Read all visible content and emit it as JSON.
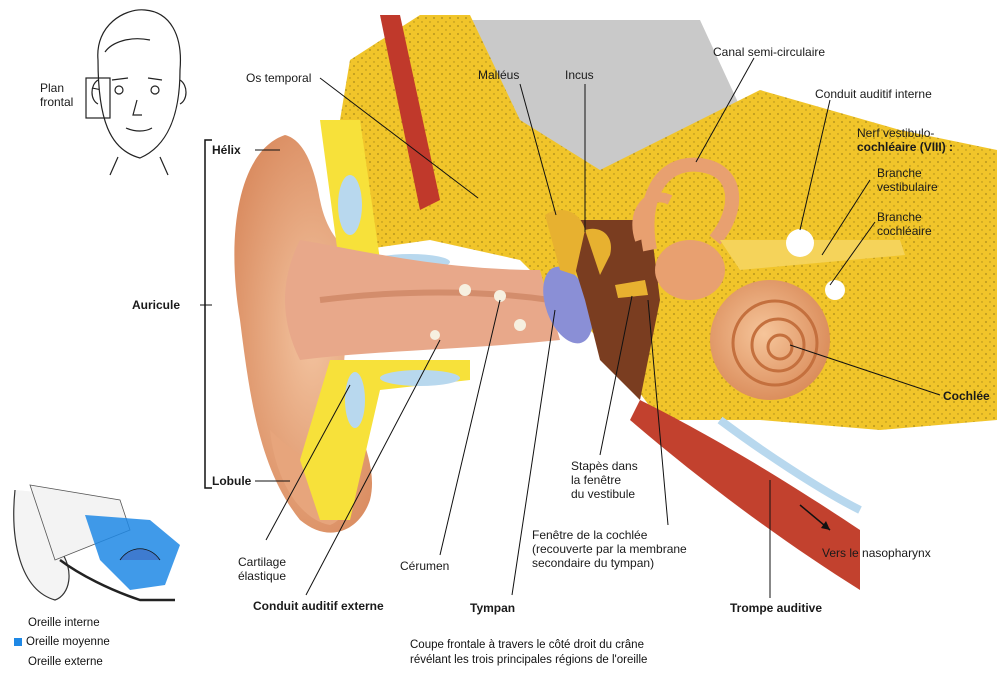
{
  "labels": {
    "plan_frontal": [
      "Plan",
      "frontal"
    ],
    "os_temporal": "Os temporal",
    "malleus": "Malléus",
    "incus": "Incus",
    "canal": "Canal semi-circulaire",
    "conduit_interne": "Conduit auditif interne",
    "nerf": [
      "Nerf vestibulo-",
      "cochléaire (VIII) :"
    ],
    "branche_vest": [
      "Branche",
      "vestibulaire"
    ],
    "branche_coch": [
      "Branche",
      "cochléaire"
    ],
    "helix": "Hélix",
    "auricule": "Auricule",
    "lobule": "Lobule",
    "cochlee": "Cochlée",
    "stapes": [
      "Stapès dans",
      "la fenêtre",
      "du vestibule"
    ],
    "fenetre_cochlee": [
      "Fenêtre de la cochlée",
      "(recouverte par la membrane",
      "secondaire du tympan)"
    ],
    "vers_naso": "Vers le nasopharynx",
    "cartilage": [
      "Cartilage",
      "élastique"
    ],
    "cerumen": "Cérumen",
    "conduit_externe": "Conduit auditif externe",
    "tympan": "Tympan",
    "trompe": "Trompe auditive"
  },
  "legend": [
    {
      "label": "Oreille interne",
      "color": ""
    },
    {
      "label": "Oreille moyenne",
      "color": "#1e88e5"
    },
    {
      "label": "Oreille externe",
      "color": ""
    }
  ],
  "caption": [
    "Coupe frontale à travers le côté droit du crâne",
    "révélant les trois principales régions de l'oreille"
  ]
}
